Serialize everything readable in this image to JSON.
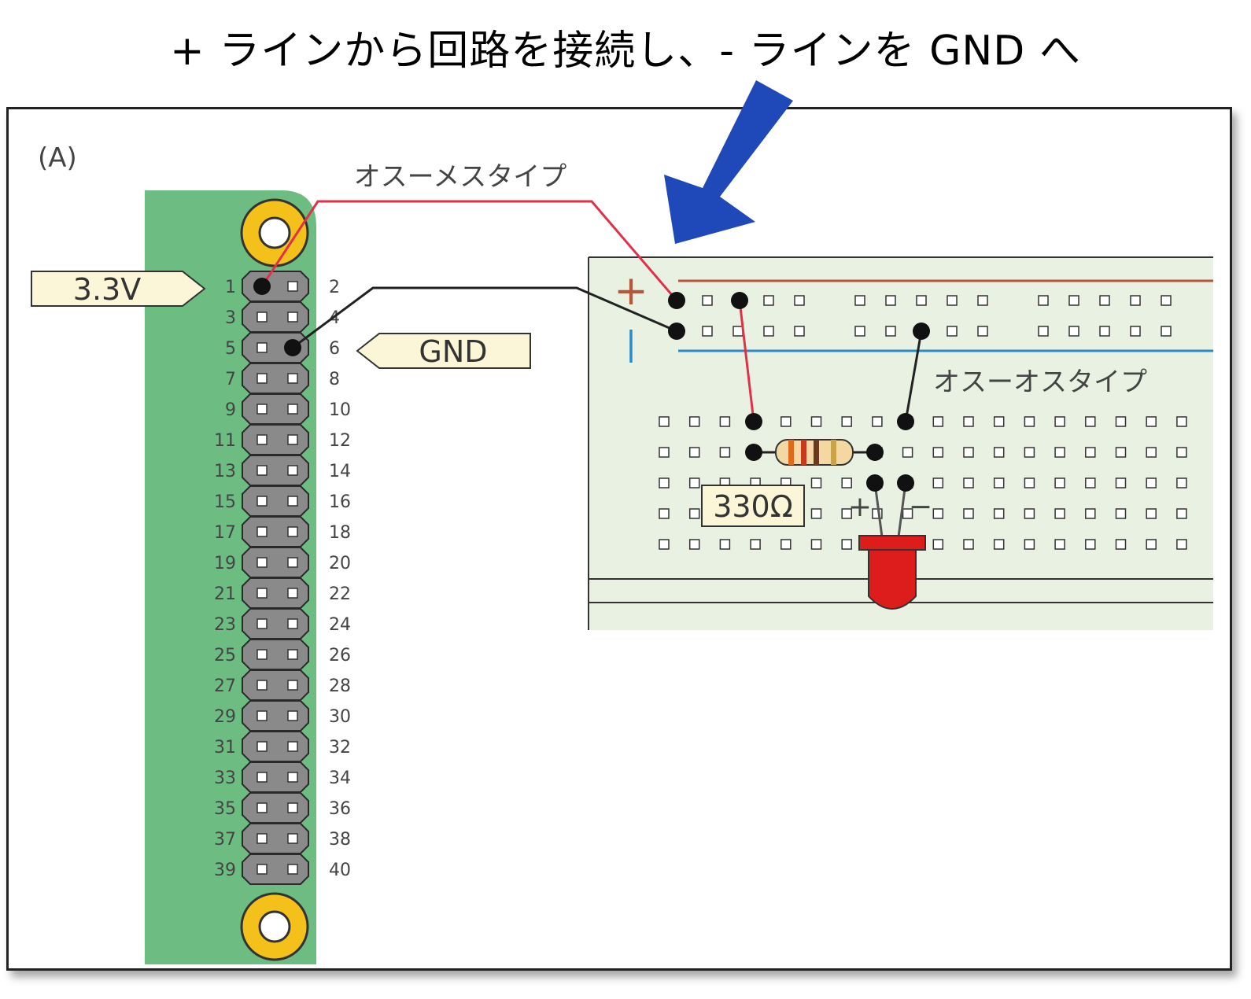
{
  "caption": "+ ラインから回路を接続し、- ラインを GND へ",
  "panel_label": "(A)",
  "wire_top_label": "オスーメスタイプ",
  "wire_mid_label": "オスーオスタイプ",
  "pin_labels": {
    "power": "3.3V",
    "ground": "GND"
  },
  "resistor_label": "330Ω",
  "rail_plus": "+",
  "rail_minus": "|",
  "led_plus": "+",
  "led_minus": "−",
  "header_pins": [
    "1",
    "2",
    "3",
    "4",
    "5",
    "6",
    "7",
    "8",
    "9",
    "10",
    "11",
    "12",
    "13",
    "14",
    "15",
    "16",
    "17",
    "18",
    "19",
    "20",
    "21",
    "22",
    "23",
    "24",
    "25",
    "26",
    "27",
    "28",
    "29",
    "30",
    "31",
    "32",
    "33",
    "34",
    "35",
    "36",
    "37",
    "38",
    "39",
    "40"
  ],
  "colors": {
    "board": "#6dbd83",
    "arrow": "#1f49b8",
    "red_wire": "#e0304a",
    "black_wire": "#222222",
    "breadboard": "#e9f2e2",
    "led": "#dd1c1c",
    "label_fill": "#fbf6d8"
  }
}
